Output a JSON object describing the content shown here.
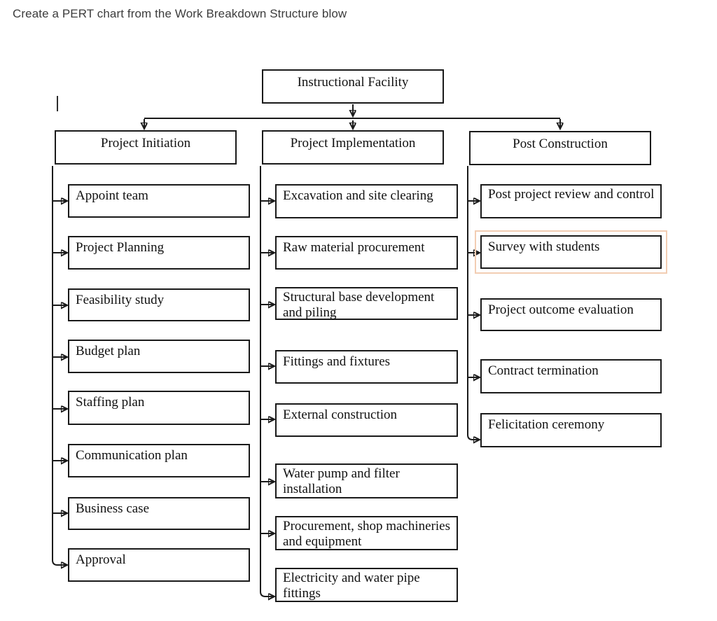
{
  "page": {
    "title": "Create a PERT chart from the Work Breakdown Structure blow"
  },
  "diagram": {
    "type": "work-breakdown-structure",
    "root_label": "Instructional Facility",
    "columns": [
      {
        "header": "Project Initiation",
        "items": [
          {
            "label": "Appoint team"
          },
          {
            "label": "Project Planning"
          },
          {
            "label": "Feasibility study"
          },
          {
            "label": "Budget plan"
          },
          {
            "label": "Staffing plan"
          },
          {
            "label": "Communication plan"
          },
          {
            "label": "Business case"
          },
          {
            "label": "Approval"
          }
        ]
      },
      {
        "header": "Project Implementation",
        "items": [
          {
            "label": "Excavation and site clearing"
          },
          {
            "label": "Raw material procurement"
          },
          {
            "label": "Structural base development and piling"
          },
          {
            "label": "Fittings and fixtures"
          },
          {
            "label": "External construction"
          },
          {
            "label": "Water pump and filter installation"
          },
          {
            "label": "Procurement, shop machineries and equipment"
          },
          {
            "label": "Electricity and water pipe fittings"
          }
        ]
      },
      {
        "header": "Post Construction",
        "items": [
          {
            "label": "Post project review and control"
          },
          {
            "label": "Survey with students",
            "highlighted": true
          },
          {
            "label": "Project outcome evaluation"
          },
          {
            "label": "Contract termination"
          },
          {
            "label": "Felicitation ceremony"
          }
        ]
      }
    ],
    "colors": {
      "line": "#1a1a1a",
      "highlight_border": "#f2cdb3",
      "box_background": "#ffffff"
    }
  }
}
